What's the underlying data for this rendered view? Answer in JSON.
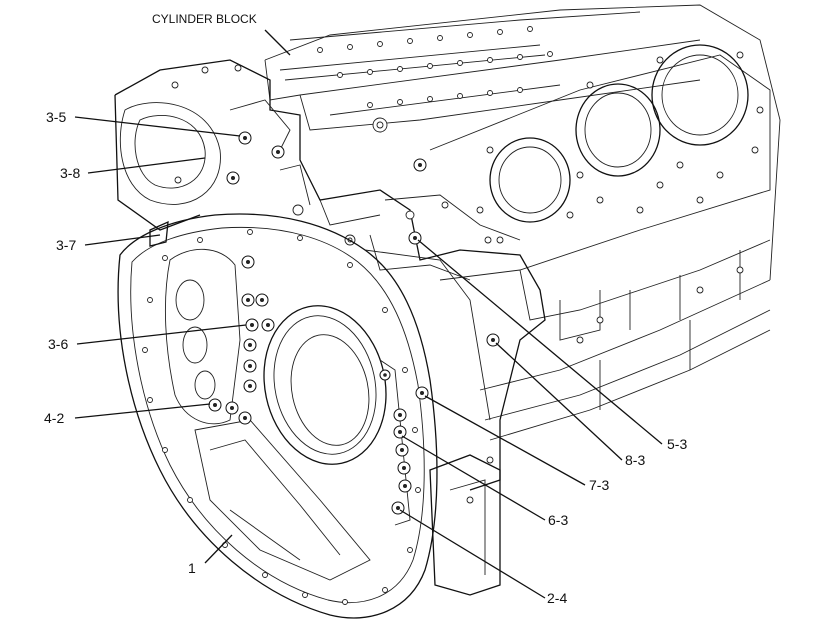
{
  "title": "CYLINDER BLOCK",
  "callouts": [
    {
      "id": "c35",
      "label": "3-5"
    },
    {
      "id": "c38",
      "label": "3-8"
    },
    {
      "id": "c37",
      "label": "3-7"
    },
    {
      "id": "c36",
      "label": "3-6"
    },
    {
      "id": "c42",
      "label": "4-2"
    },
    {
      "id": "c1",
      "label": "1"
    },
    {
      "id": "c24",
      "label": "2-4"
    },
    {
      "id": "c63",
      "label": "6-3"
    },
    {
      "id": "c73",
      "label": "7-3"
    },
    {
      "id": "c83",
      "label": "8-3"
    },
    {
      "id": "c53",
      "label": "5-3"
    }
  ]
}
